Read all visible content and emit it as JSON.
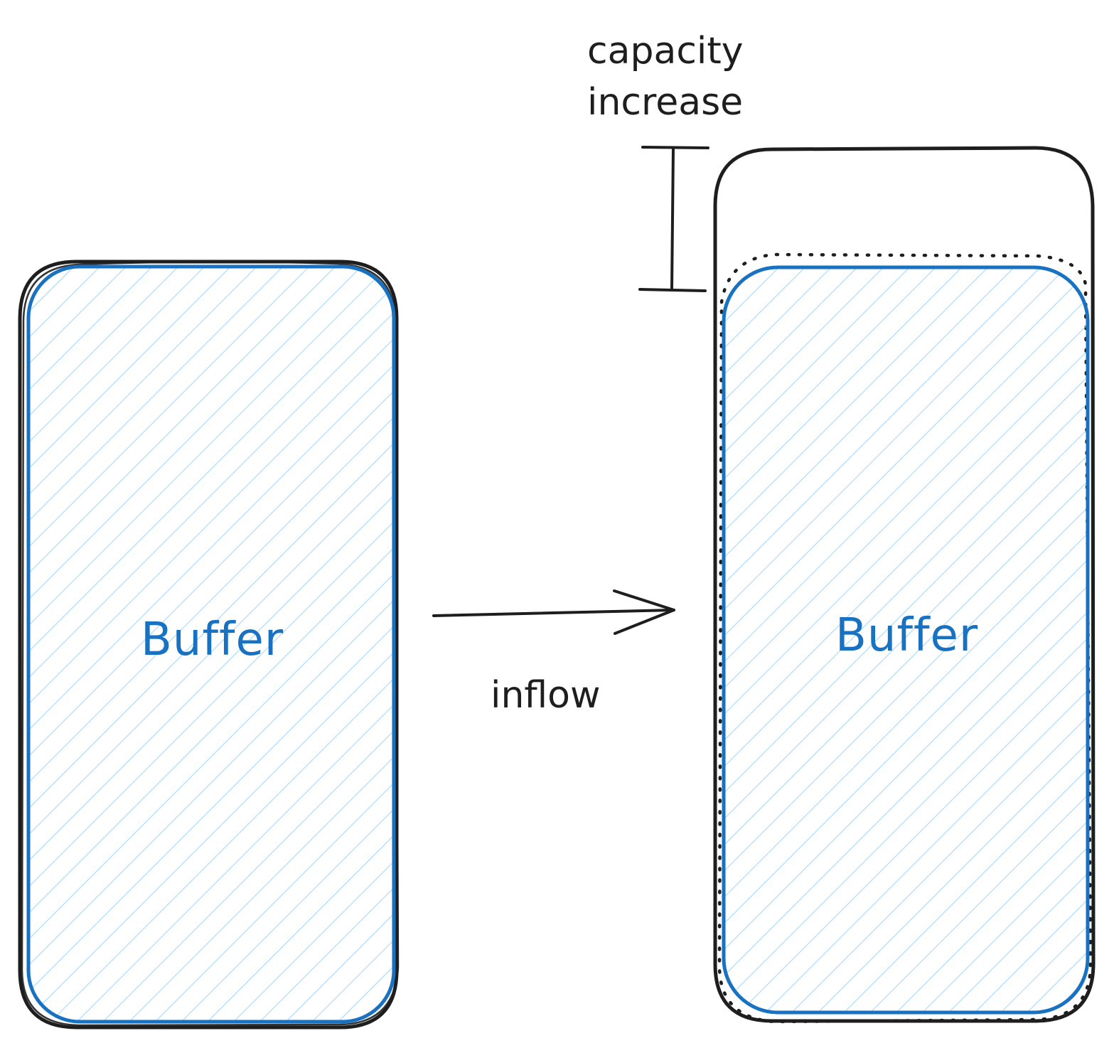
{
  "colors": {
    "outline": "#1e1e1e",
    "buffer_stroke": "#1971c2",
    "buffer_hatch": "#a5d8ff",
    "background": "#ffffff"
  },
  "left_buffer": {
    "label": "Buffer"
  },
  "right_buffer": {
    "label": "Buffer"
  },
  "arrow": {
    "label": "inflow"
  },
  "capacity": {
    "label_line1": "capacity",
    "label_line2": "increase"
  }
}
